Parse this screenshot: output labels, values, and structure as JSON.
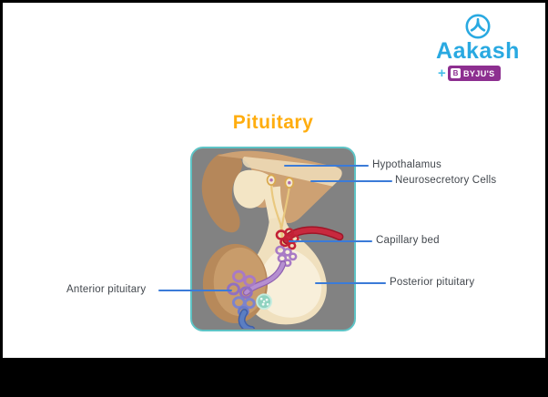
{
  "logo": {
    "icon": "aakash-figure-icon",
    "brand": "Aakash",
    "plus": "+",
    "byjus": "BYJU'S",
    "byjus_box_letter": "B",
    "brand_color": "#29A9E1",
    "byjus_bg": "#8D2F90"
  },
  "title": {
    "text": "Pituitary",
    "color": "#FFAD0E"
  },
  "diagram": {
    "panel_bg": "#828282",
    "panel_border": "#5EC4C6",
    "leader_color": "#3B7BD8",
    "label_color": "#42474D",
    "labels": [
      {
        "id": "hypothalamus",
        "text": "Hypothalamus",
        "side": "right"
      },
      {
        "id": "neurosecretory-cells",
        "text": "Neurosecretory Cells",
        "side": "right"
      },
      {
        "id": "capillary-bed",
        "text": "Capillary bed",
        "side": "right"
      },
      {
        "id": "posterior-pituitary",
        "text": "Posterior pituitary",
        "side": "right"
      },
      {
        "id": "anterior-pituitary",
        "text": "Anterior pituitary",
        "side": "left"
      }
    ],
    "illustration_palette": {
      "hypothalamus_dark": "#B5875A",
      "hypothalamus_tan": "#CDA173",
      "cream": "#F3E5C5",
      "artery_red": "#C32135",
      "capillary_purple": "#A87AC5",
      "portal_purple": "#8E5FB0",
      "vein_blue": "#5B7EC2",
      "mint_cells": "#8ED2BF",
      "cell_outline_gold": "#D9A94F"
    }
  }
}
